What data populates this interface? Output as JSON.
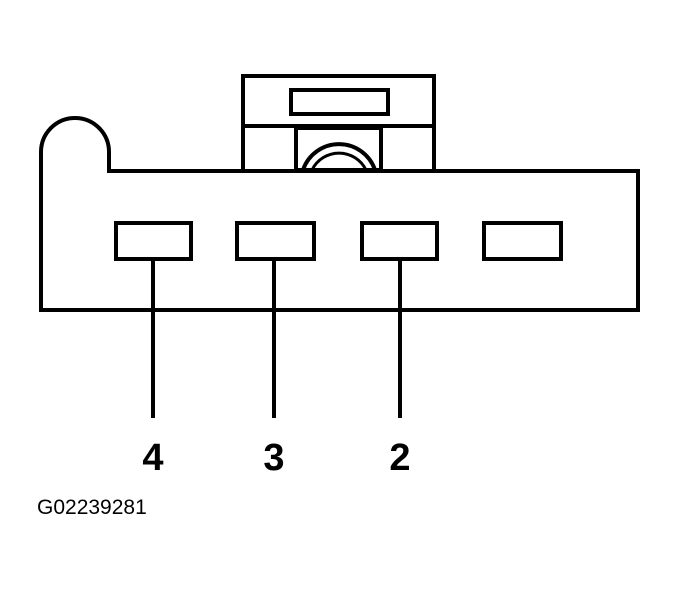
{
  "pins": [
    {
      "label": "4"
    },
    {
      "label": "3"
    },
    {
      "label": "2"
    }
  ],
  "figure_id": "G02239281",
  "colors": {
    "line": "#000000",
    "background": "#ffffff"
  }
}
